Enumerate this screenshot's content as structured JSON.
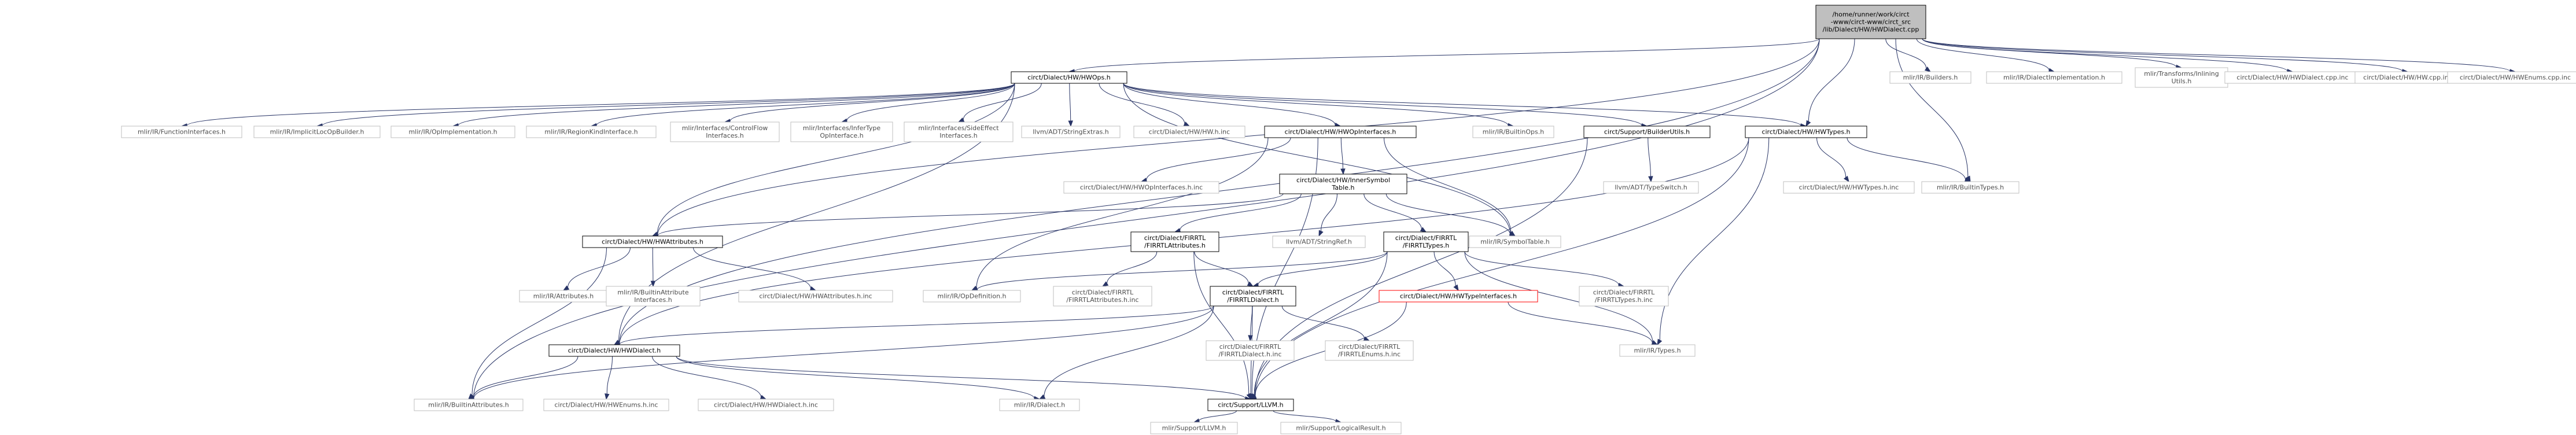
{
  "colors": {
    "edge": "#283466",
    "root_fill": "#bfbfbf",
    "box_fill": "#ffffff",
    "box_stroke": "#000000",
    "external_stroke": "#bfbfbf",
    "highlight_stroke": "#ff0000",
    "text": "#000000",
    "external_text": "#4d4d4d"
  },
  "nodes": [
    {
      "id": "root",
      "kind": "root",
      "lines": [
        "/home/runner/work/circt",
        "-www/circt-www/circt_src",
        "/lib/Dialect/HW/HWDialect.cpp"
      ]
    },
    {
      "id": "hwops",
      "kind": "doc",
      "lines": [
        "circt/Dialect/HW/HWOps.h"
      ]
    },
    {
      "id": "builders",
      "kind": "ext",
      "lines": [
        "mlir/IR/Builders.h"
      ]
    },
    {
      "id": "dialectimpl",
      "kind": "ext",
      "lines": [
        "mlir/IR/DialectImplementation.h"
      ]
    },
    {
      "id": "inlining",
      "kind": "ext",
      "lines": [
        "mlir/Transforms/Inlining",
        "Utils.h"
      ]
    },
    {
      "id": "hwdialectcppinc",
      "kind": "ext",
      "lines": [
        "circt/Dialect/HW/HWDialect.cpp.inc"
      ]
    },
    {
      "id": "hwcppinc",
      "kind": "ext",
      "lines": [
        "circt/Dialect/HW/HW.cpp.inc"
      ]
    },
    {
      "id": "hwenumscppinc",
      "kind": "ext",
      "lines": [
        "circt/Dialect/HW/HWEnums.cpp.inc"
      ]
    },
    {
      "id": "funciface",
      "kind": "ext",
      "lines": [
        "mlir/IR/FunctionInterfaces.h"
      ]
    },
    {
      "id": "implicitloc",
      "kind": "ext",
      "lines": [
        "mlir/IR/ImplicitLocOpBuilder.h"
      ]
    },
    {
      "id": "opimpl",
      "kind": "ext",
      "lines": [
        "mlir/IR/OpImplementation.h"
      ]
    },
    {
      "id": "regionkind",
      "kind": "ext",
      "lines": [
        "mlir/IR/RegionKindInterface.h"
      ]
    },
    {
      "id": "controlflow",
      "kind": "ext",
      "lines": [
        "mlir/Interfaces/ControlFlow",
        "Interfaces.h"
      ]
    },
    {
      "id": "infertype",
      "kind": "ext",
      "lines": [
        "mlir/Interfaces/InferType",
        "OpInterface.h"
      ]
    },
    {
      "id": "sideeffect",
      "kind": "ext",
      "lines": [
        "mlir/Interfaces/SideEffect",
        "Interfaces.h"
      ]
    },
    {
      "id": "stringextras",
      "kind": "ext",
      "lines": [
        "llvm/ADT/StringExtras.h"
      ]
    },
    {
      "id": "hwhinc",
      "kind": "ext",
      "lines": [
        "circt/Dialect/HW/HW.h.inc"
      ]
    },
    {
      "id": "hwopinterfaces",
      "kind": "doc",
      "lines": [
        "circt/Dialect/HW/HWOpInterfaces.h"
      ]
    },
    {
      "id": "builtinops",
      "kind": "ext",
      "lines": [
        "mlir/IR/BuiltinOps.h"
      ]
    },
    {
      "id": "builderutils",
      "kind": "doc",
      "lines": [
        "circt/Support/BuilderUtils.h"
      ]
    },
    {
      "id": "hwtypes",
      "kind": "doc",
      "lines": [
        "circt/Dialect/HW/HWTypes.h"
      ]
    },
    {
      "id": "hwopinterfacesinc",
      "kind": "ext",
      "lines": [
        "circt/Dialect/HW/HWOpInterfaces.h.inc"
      ]
    },
    {
      "id": "innersym",
      "kind": "doc",
      "lines": [
        "circt/Dialect/HW/InnerSymbol",
        "Table.h"
      ]
    },
    {
      "id": "typeswitch",
      "kind": "ext",
      "lines": [
        "llvm/ADT/TypeSwitch.h"
      ]
    },
    {
      "id": "hwtypeshinc",
      "kind": "ext",
      "lines": [
        "circt/Dialect/HW/HWTypes.h.inc"
      ]
    },
    {
      "id": "builtintypes",
      "kind": "ext",
      "lines": [
        "mlir/IR/BuiltinTypes.h"
      ]
    },
    {
      "id": "hwattributes",
      "kind": "doc",
      "lines": [
        "circt/Dialect/HW/HWAttributes.h"
      ]
    },
    {
      "id": "firrtlattrs",
      "kind": "doc",
      "lines": [
        "circt/Dialect/FIRRTL",
        "/FIRRTLAttributes.h"
      ]
    },
    {
      "id": "stringref",
      "kind": "ext",
      "lines": [
        "llvm/ADT/StringRef.h"
      ]
    },
    {
      "id": "firrtltypes",
      "kind": "doc",
      "lines": [
        "circt/Dialect/FIRRTL",
        "/FIRRTLTypes.h"
      ]
    },
    {
      "id": "symboltable",
      "kind": "ext",
      "lines": [
        "mlir/IR/SymbolTable.h"
      ]
    },
    {
      "id": "attributes",
      "kind": "ext",
      "lines": [
        "mlir/IR/Attributes.h"
      ]
    },
    {
      "id": "builtinattrifaces",
      "kind": "ext",
      "lines": [
        "mlir/IR/BuiltinAttribute",
        "Interfaces.h"
      ]
    },
    {
      "id": "hwattributeshinc",
      "kind": "ext",
      "lines": [
        "circt/Dialect/HW/HWAttributes.h.inc"
      ]
    },
    {
      "id": "opdefinition",
      "kind": "ext",
      "lines": [
        "mlir/IR/OpDefinition.h"
      ]
    },
    {
      "id": "firrtlattrshinc",
      "kind": "ext",
      "lines": [
        "circt/Dialect/FIRRTL",
        "/FIRRTLAttributes.h.inc"
      ]
    },
    {
      "id": "firrtldialect",
      "kind": "doc",
      "lines": [
        "circt/Dialect/FIRRTL",
        "/FIRRTLDialect.h"
      ]
    },
    {
      "id": "hwtypeinterfaces",
      "kind": "highlight",
      "lines": [
        "circt/Dialect/HW/HWTypeInterfaces.h"
      ]
    },
    {
      "id": "firrtltypeshinc",
      "kind": "ext",
      "lines": [
        "circt/Dialect/FIRRTL",
        "/FIRRTLTypes.h.inc"
      ]
    },
    {
      "id": "hwdialect",
      "kind": "doc",
      "lines": [
        "circt/Dialect/HW/HWDialect.h"
      ]
    },
    {
      "id": "firrtldialecthinc",
      "kind": "ext",
      "lines": [
        "circt/Dialect/FIRRTL",
        "/FIRRTLDialect.h.inc"
      ]
    },
    {
      "id": "firrtlenumshinc",
      "kind": "ext",
      "lines": [
        "circt/Dialect/FIRRTL",
        "/FIRRTLEnums.h.inc"
      ]
    },
    {
      "id": "mlirtypes",
      "kind": "ext",
      "lines": [
        "mlir/IR/Types.h"
      ]
    },
    {
      "id": "builtinattributes",
      "kind": "ext",
      "lines": [
        "mlir/IR/BuiltinAttributes.h"
      ]
    },
    {
      "id": "hwenumshinc",
      "kind": "ext",
      "lines": [
        "circt/Dialect/HW/HWEnums.h.inc"
      ]
    },
    {
      "id": "hwdialecthinc",
      "kind": "ext",
      "lines": [
        "circt/Dialect/HW/HWDialect.h.inc"
      ]
    },
    {
      "id": "mlirdialect",
      "kind": "ext",
      "lines": [
        "mlir/IR/Dialect.h"
      ]
    },
    {
      "id": "supportllvm",
      "kind": "doc",
      "lines": [
        "circt/Support/LLVM.h"
      ]
    },
    {
      "id": "mlirsupportllvm",
      "kind": "ext",
      "lines": [
        "mlir/Support/LLVM.h"
      ]
    },
    {
      "id": "logicalresult",
      "kind": "ext",
      "lines": [
        "mlir/Support/LogicalResult.h"
      ]
    }
  ],
  "edges": [
    [
      "root",
      "hwops"
    ],
    [
      "root",
      "builders"
    ],
    [
      "root",
      "dialectimpl"
    ],
    [
      "root",
      "inlining"
    ],
    [
      "root",
      "hwdialectcppinc"
    ],
    [
      "root",
      "hwcppinc"
    ],
    [
      "root",
      "hwenumscppinc"
    ],
    [
      "root",
      "hwtypes"
    ],
    [
      "root",
      "builtintypes"
    ],
    [
      "root",
      "hwattributes"
    ],
    [
      "root",
      "hwdialect"
    ],
    [
      "root",
      "builtinattributes"
    ],
    [
      "hwops",
      "funciface"
    ],
    [
      "hwops",
      "implicitloc"
    ],
    [
      "hwops",
      "opimpl"
    ],
    [
      "hwops",
      "regionkind"
    ],
    [
      "hwops",
      "controlflow"
    ],
    [
      "hwops",
      "infertype"
    ],
    [
      "hwops",
      "sideeffect"
    ],
    [
      "hwops",
      "stringextras"
    ],
    [
      "hwops",
      "hwhinc"
    ],
    [
      "hwops",
      "hwopinterfaces"
    ],
    [
      "hwops",
      "builtinops"
    ],
    [
      "hwops",
      "builderutils"
    ],
    [
      "hwops",
      "hwtypes"
    ],
    [
      "hwops",
      "hwattributes"
    ],
    [
      "hwops",
      "hwdialect"
    ],
    [
      "hwops",
      "symboltable"
    ],
    [
      "hwopinterfaces",
      "hwopinterfacesinc"
    ],
    [
      "hwopinterfaces",
      "innersym"
    ],
    [
      "hwopinterfaces",
      "symboltable"
    ],
    [
      "hwopinterfaces",
      "opdefinition"
    ],
    [
      "hwopinterfaces",
      "supportllvm"
    ],
    [
      "builderutils",
      "typeswitch"
    ],
    [
      "builderutils",
      "supportllvm"
    ],
    [
      "hwtypes",
      "hwtypeshinc"
    ],
    [
      "hwtypes",
      "builtintypes"
    ],
    [
      "hwtypes",
      "mlirtypes"
    ],
    [
      "hwtypes",
      "hwdialect"
    ],
    [
      "hwtypes",
      "supportllvm"
    ],
    [
      "innersym",
      "hwattributes"
    ],
    [
      "innersym",
      "firrtlattrs"
    ],
    [
      "innersym",
      "stringref"
    ],
    [
      "innersym",
      "firrtltypes"
    ],
    [
      "innersym",
      "symboltable"
    ],
    [
      "hwattributes",
      "attributes"
    ],
    [
      "hwattributes",
      "builtinattrifaces"
    ],
    [
      "hwattributes",
      "hwattributeshinc"
    ],
    [
      "hwattributes",
      "builtinattributes"
    ],
    [
      "firrtlattrs",
      "firrtlattrshinc"
    ],
    [
      "firrtlattrs",
      "firrtldialect"
    ],
    [
      "firrtlattrs",
      "supportllvm"
    ],
    [
      "firrtltypes",
      "firrtldialect"
    ],
    [
      "firrtltypes",
      "hwtypeinterfaces"
    ],
    [
      "firrtltypes",
      "firrtltypeshinc"
    ],
    [
      "firrtltypes",
      "mlirtypes"
    ],
    [
      "firrtltypes",
      "supportllvm"
    ],
    [
      "firrtltypes",
      "opdefinition"
    ],
    [
      "firrtldialect",
      "hwdialect"
    ],
    [
      "firrtldialect",
      "firrtldialecthinc"
    ],
    [
      "firrtldialect",
      "firrtlenumshinc"
    ],
    [
      "firrtldialect",
      "mlirdialect"
    ],
    [
      "firrtldialect",
      "supportllvm"
    ],
    [
      "firrtldialect",
      "builtinattributes"
    ],
    [
      "hwtypeinterfaces",
      "mlirtypes"
    ],
    [
      "hwtypeinterfaces",
      "supportllvm"
    ],
    [
      "hwdialect",
      "builtinattributes"
    ],
    [
      "hwdialect",
      "hwenumshinc"
    ],
    [
      "hwdialect",
      "hwdialecthinc"
    ],
    [
      "hwdialect",
      "mlirdialect"
    ],
    [
      "hwdialect",
      "supportllvm"
    ],
    [
      "supportllvm",
      "mlirsupportllvm"
    ],
    [
      "supportllvm",
      "logicalresult"
    ]
  ]
}
